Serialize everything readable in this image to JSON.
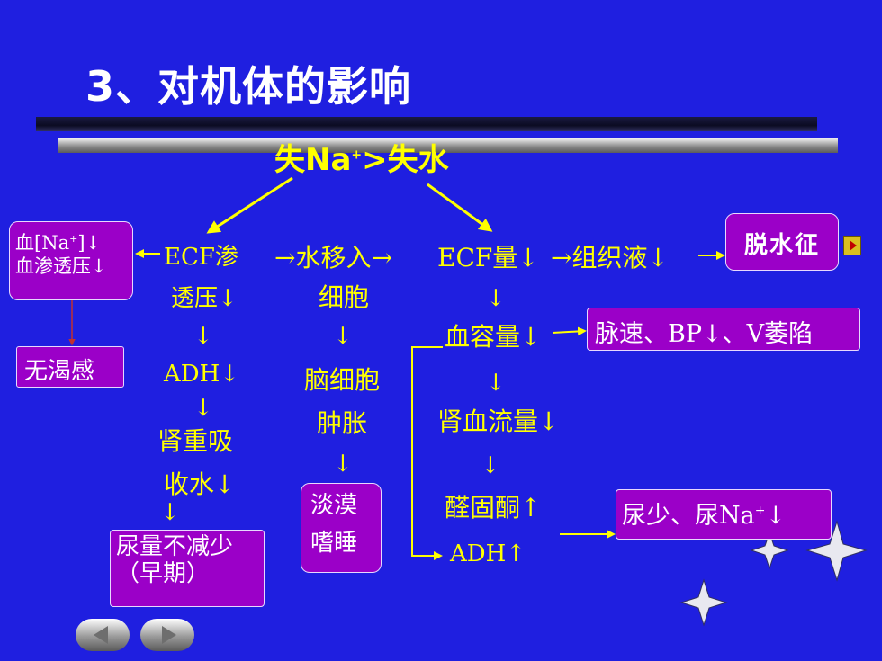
{
  "slide": {
    "title": "3、对机体的影响",
    "top": {
      "pre": "失Na",
      "sup": "+",
      "post": ">失水"
    },
    "left_box": {
      "line1_pre": "血[Na",
      "line1_sup": "+",
      "line1_post": "]↓",
      "line2": "血渗透压↓"
    },
    "thirst_box": "无渴感",
    "col1": {
      "ecf1": "ECF渗",
      "ecf2": "透压↓",
      "arrow1": "↓",
      "adh": "ADH↓",
      "arrow2": "↓",
      "kid1": "肾重吸",
      "kid2": "收水↓",
      "arrow3": "↓"
    },
    "urine_box": {
      "line1": "尿量不减少",
      "line2": "（早期）"
    },
    "col2": {
      "move": "→水移入→",
      "cell": "细胞",
      "arrow1": "↓",
      "brain1": "脑细胞",
      "brain2": "肿胀",
      "arrow2": "↓"
    },
    "apathy_box": {
      "line1": "淡漠",
      "line2": "嗜睡"
    },
    "col3": {
      "ecf_vol": "ECF量↓",
      "arrow1": "↓",
      "blood_vol": "血容量↓",
      "arrow2": "↓",
      "renal": "肾血流量↓",
      "arrow3": "↓",
      "aldo": "醛固酮↑",
      "adh": "ADH↑"
    },
    "tissue": "→组织液↓",
    "dehydration_box": "脱水征",
    "pulse_box": "脉速、BP↓、V萎陷",
    "oligo_box": {
      "pre": "尿少、尿Na",
      "sup": "+",
      "post": "↓"
    },
    "colors": {
      "background": "#1f1fe0",
      "yellow": "#ffff00",
      "box": "#9b00c8"
    },
    "icons": {
      "play": "play-icon",
      "prev": "prev-icon",
      "next": "next-icon",
      "stars": "star-icon"
    }
  }
}
